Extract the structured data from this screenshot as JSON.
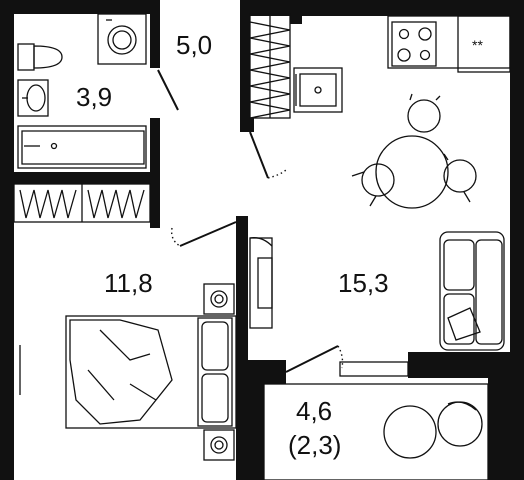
{
  "rooms": {
    "bathroom_area": "3,9",
    "hallway_area": "5,0",
    "bedroom_area": "11,8",
    "kitchen_living_area": "15,3",
    "balcony_area": "4,6",
    "balcony_area_reduced": "(2,3)"
  },
  "fridge": {
    "freezer_mark": "**"
  },
  "colors": {
    "walls": "#111111",
    "background": "#ffffff"
  }
}
